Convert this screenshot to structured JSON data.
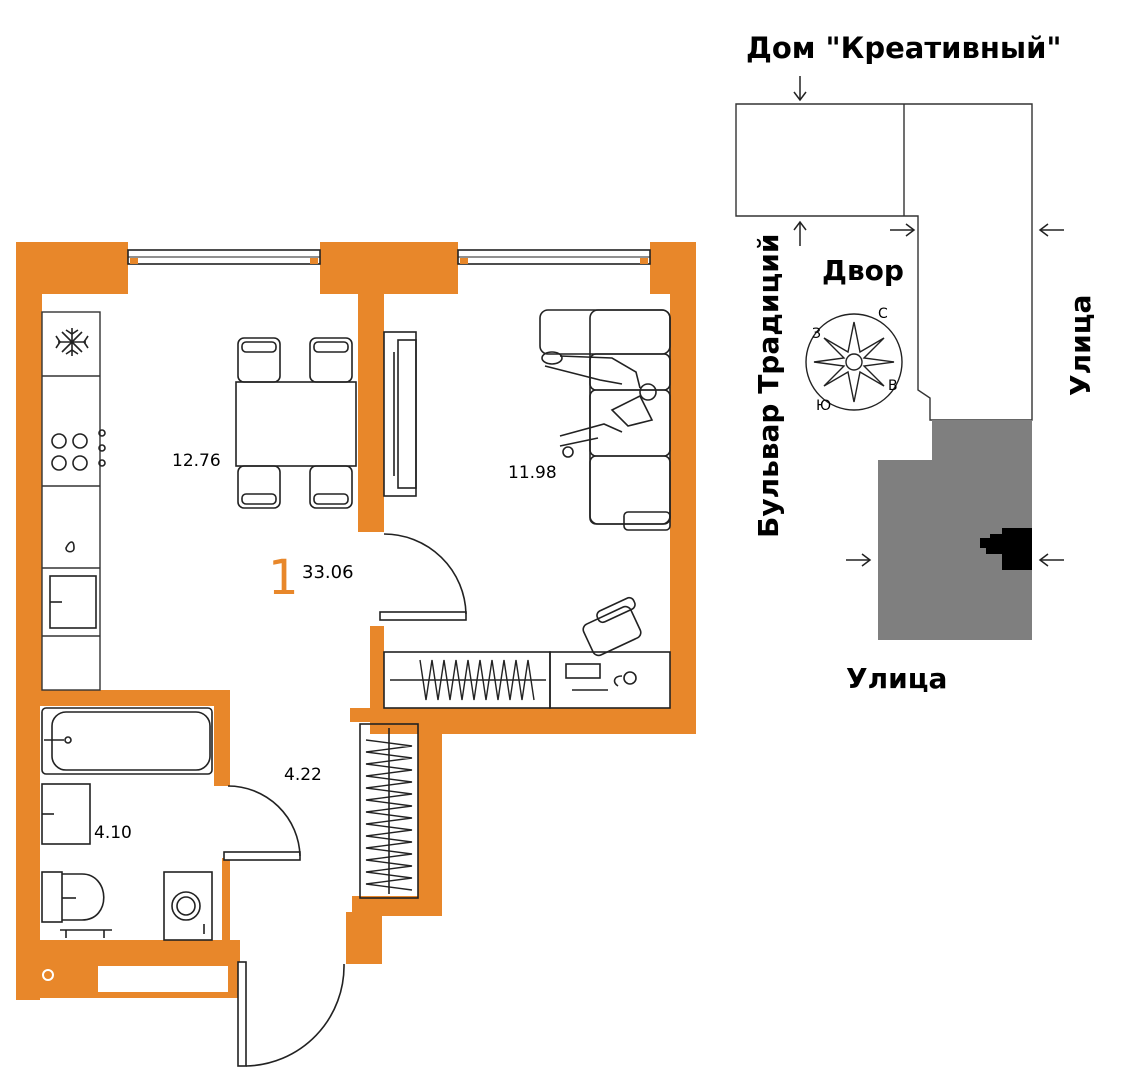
{
  "colors": {
    "wall": "#E8872A",
    "building_block": "#7F7F7F",
    "text": "#000000"
  },
  "plan": {
    "rooms_count": "1",
    "total_area": "33.06",
    "kitchen_living_area": "12.76",
    "bedroom_area": "11.98",
    "hallway_area": "4.22",
    "bathroom_area": "4.10"
  },
  "site": {
    "neighbor_building": "Дом \"Креативный\"",
    "courtyard": "Двор",
    "boulevard": "Бульвар Традиций",
    "street_east": "Улица",
    "street_south": "Улица",
    "compass": {
      "north": "С",
      "east": "В",
      "south": "Ю",
      "west": "З"
    }
  },
  "icons": [
    "snowflake-icon",
    "compass-rose-icon",
    "entrance-arrow-icon"
  ]
}
